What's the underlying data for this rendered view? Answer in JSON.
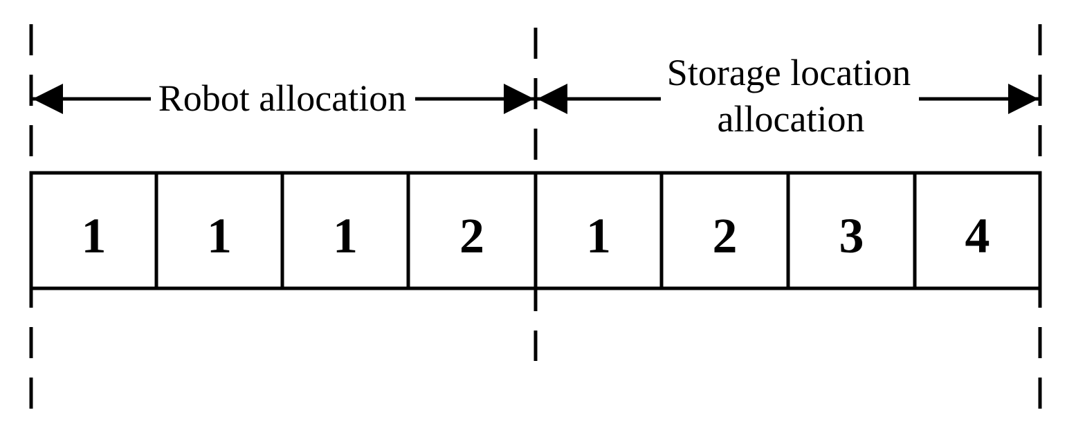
{
  "diagram": {
    "robot_label": "Robot allocation",
    "storage_label_line1": "Storage location",
    "storage_label_line2": "allocation",
    "robot_cells": [
      "1",
      "1",
      "1",
      "2"
    ],
    "storage_cells": [
      "1",
      "2",
      "3",
      "4"
    ],
    "colors": {
      "stroke": "#000000",
      "background": "#ffffff"
    }
  }
}
